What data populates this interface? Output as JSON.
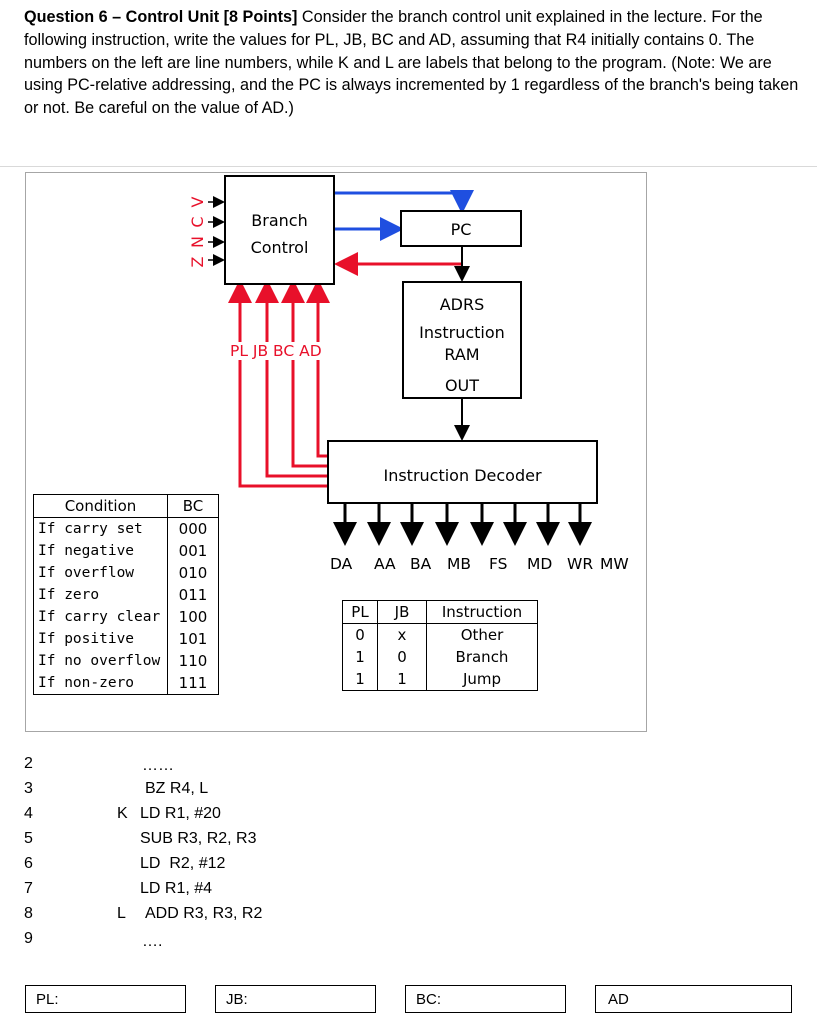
{
  "question": {
    "title": "Question 6 – Control Unit [8 Points]",
    "body": " Consider the branch control unit explained in the lecture. For the following instruction, write the values for PL, JB, BC and AD, assuming that R4 initially contains 0. The numbers on the left are line numbers, while K and L are labels that belong to the program. (Note: We are using PC-relative addressing, and the PC is always incremented by 1 regardless of the branch's being taken or not. Be careful on the value of AD.)"
  },
  "diagram": {
    "branch_control": [
      "Branch",
      "Control"
    ],
    "flags": [
      "V",
      "C",
      "N",
      "Z"
    ],
    "pc": "PC",
    "ram": [
      "ADRS",
      "Instruction",
      "RAM",
      "OUT"
    ],
    "signals": "PL JB BC AD",
    "decoder": "Instruction Decoder",
    "outputs": [
      "DA",
      "AA",
      "BA",
      "MB",
      "FS",
      "MD",
      "WR",
      "MW"
    ],
    "colors": {
      "blue": "#1f4fe0",
      "red": "#e8102a"
    }
  },
  "condition_table": {
    "headers": [
      "Condition",
      "BC"
    ],
    "rows": [
      [
        "If carry set",
        "000"
      ],
      [
        "If negative",
        "001"
      ],
      [
        "If overflow",
        "010"
      ],
      [
        "If zero",
        "011"
      ],
      [
        "If carry clear",
        "100"
      ],
      [
        "If positive",
        "101"
      ],
      [
        "If no overflow",
        "110"
      ],
      [
        "If non-zero",
        "111"
      ]
    ]
  },
  "pljb_table": {
    "headers": [
      "PL",
      "JB",
      "Instruction"
    ],
    "rows": [
      [
        "0",
        "x",
        "Other"
      ],
      [
        "1",
        "0",
        "Branch"
      ],
      [
        "1",
        "1",
        "Jump"
      ]
    ]
  },
  "program": {
    "line_numbers": [
      "2",
      "3",
      "4",
      "5",
      "6",
      "7",
      "8",
      "9"
    ],
    "lines": [
      {
        "label": "",
        "code": "……"
      },
      {
        "label": "",
        "code": "BZ R4, L"
      },
      {
        "label": "K",
        "code": "LD R1, #20"
      },
      {
        "label": "",
        "code": "SUB R3, R2, R3"
      },
      {
        "label": "",
        "code": "LD  R2, #12"
      },
      {
        "label": "",
        "code": "LD R1, #4"
      },
      {
        "label": "L",
        "code": "ADD R3, R3, R2"
      },
      {
        "label": "",
        "code": "…."
      }
    ]
  },
  "answers": {
    "pl": "PL:",
    "jb": "JB:",
    "bc": "BC:",
    "ad": "AD"
  }
}
